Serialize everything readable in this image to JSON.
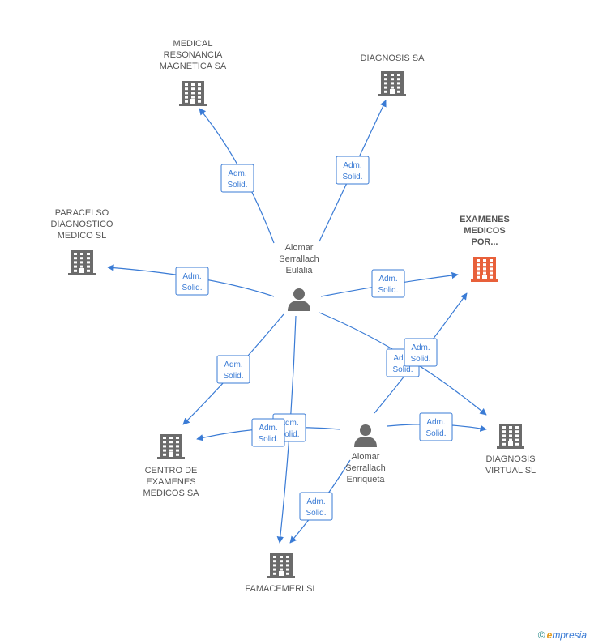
{
  "colors": {
    "edge": "#3a7bd5",
    "building": "#6b6b6b",
    "building_highlight": "#e8603a",
    "person": "#6b6b6b"
  },
  "companies": [
    {
      "id": "medical",
      "lines": [
        "MEDICAL",
        "RESONANCIA",
        "MAGNETICA SA"
      ],
      "highlight": false
    },
    {
      "id": "diagnosis_sa",
      "lines": [
        "DIAGNOSIS SA"
      ],
      "highlight": false
    },
    {
      "id": "paracelso",
      "lines": [
        "PARACELSO",
        "DIAGNOSTICO",
        "MEDICO  SL"
      ],
      "highlight": false
    },
    {
      "id": "examenes_por",
      "lines": [
        "EXAMENES",
        "MEDICOS",
        "POR..."
      ],
      "highlight": true
    },
    {
      "id": "centro",
      "lines": [
        "CENTRO DE",
        "EXAMENES",
        "MEDICOS SA"
      ],
      "highlight": false
    },
    {
      "id": "diagnosis_virtual",
      "lines": [
        "DIAGNOSIS",
        "VIRTUAL SL"
      ],
      "highlight": false
    },
    {
      "id": "famacemeri",
      "lines": [
        "FAMACEMERI SL"
      ],
      "highlight": false
    }
  ],
  "people": [
    {
      "id": "eulalia",
      "lines": [
        "Alomar",
        "Serrallach",
        "Eulalia"
      ]
    },
    {
      "id": "enriqueta",
      "lines": [
        "Alomar",
        "Serrallach",
        "Enriqueta"
      ]
    }
  ],
  "edge_label_lines": [
    "Adm.",
    "Solid."
  ],
  "edges": [
    {
      "from": "eulalia",
      "to": "medical"
    },
    {
      "from": "eulalia",
      "to": "diagnosis_sa"
    },
    {
      "from": "eulalia",
      "to": "paracelso"
    },
    {
      "from": "eulalia",
      "to": "examenes_por"
    },
    {
      "from": "eulalia",
      "to": "centro"
    },
    {
      "from": "eulalia",
      "to": "diagnosis_virtual"
    },
    {
      "from": "eulalia",
      "to": "famacemeri"
    },
    {
      "from": "enriqueta",
      "to": "examenes_por"
    },
    {
      "from": "enriqueta",
      "to": "centro"
    },
    {
      "from": "enriqueta",
      "to": "diagnosis_virtual"
    },
    {
      "from": "enriqueta",
      "to": "famacemeri"
    }
  ],
  "brand": {
    "copyright": "©",
    "initial": "e",
    "rest": "mpresia"
  }
}
